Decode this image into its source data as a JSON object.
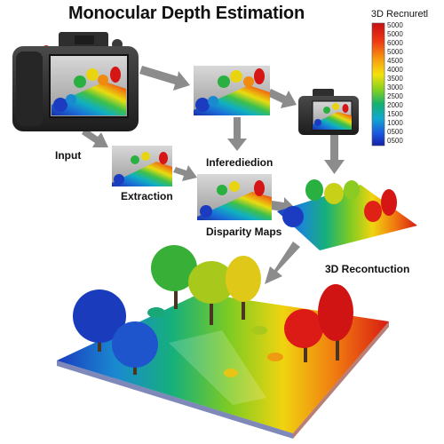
{
  "title": "Monocular Depth Estimation",
  "labels": {
    "input": "Input",
    "extraction": "Extraction",
    "inference": "Inferediedion",
    "disparity": "Disparity Maps",
    "reconstruction": "3D Recontuction"
  },
  "colorbar": {
    "title": "3D Recnuretl",
    "ticks": [
      "5000",
      "5000",
      "6000",
      "5000",
      "4500",
      "4000",
      "3500",
      "3000",
      "2500",
      "2000",
      "1500",
      "1000",
      "0500",
      "0500"
    ]
  },
  "colors": {
    "depth_ramp": [
      "#d61515",
      "#f07a10",
      "#f5d20a",
      "#7ecb22",
      "#16a85a",
      "#10a6b8",
      "#1a5fd8",
      "#1b2fa8"
    ],
    "arrow": "#8c8c8c",
    "camera_body": "#2b2b2b",
    "tree_trunk": "#4a3520"
  }
}
